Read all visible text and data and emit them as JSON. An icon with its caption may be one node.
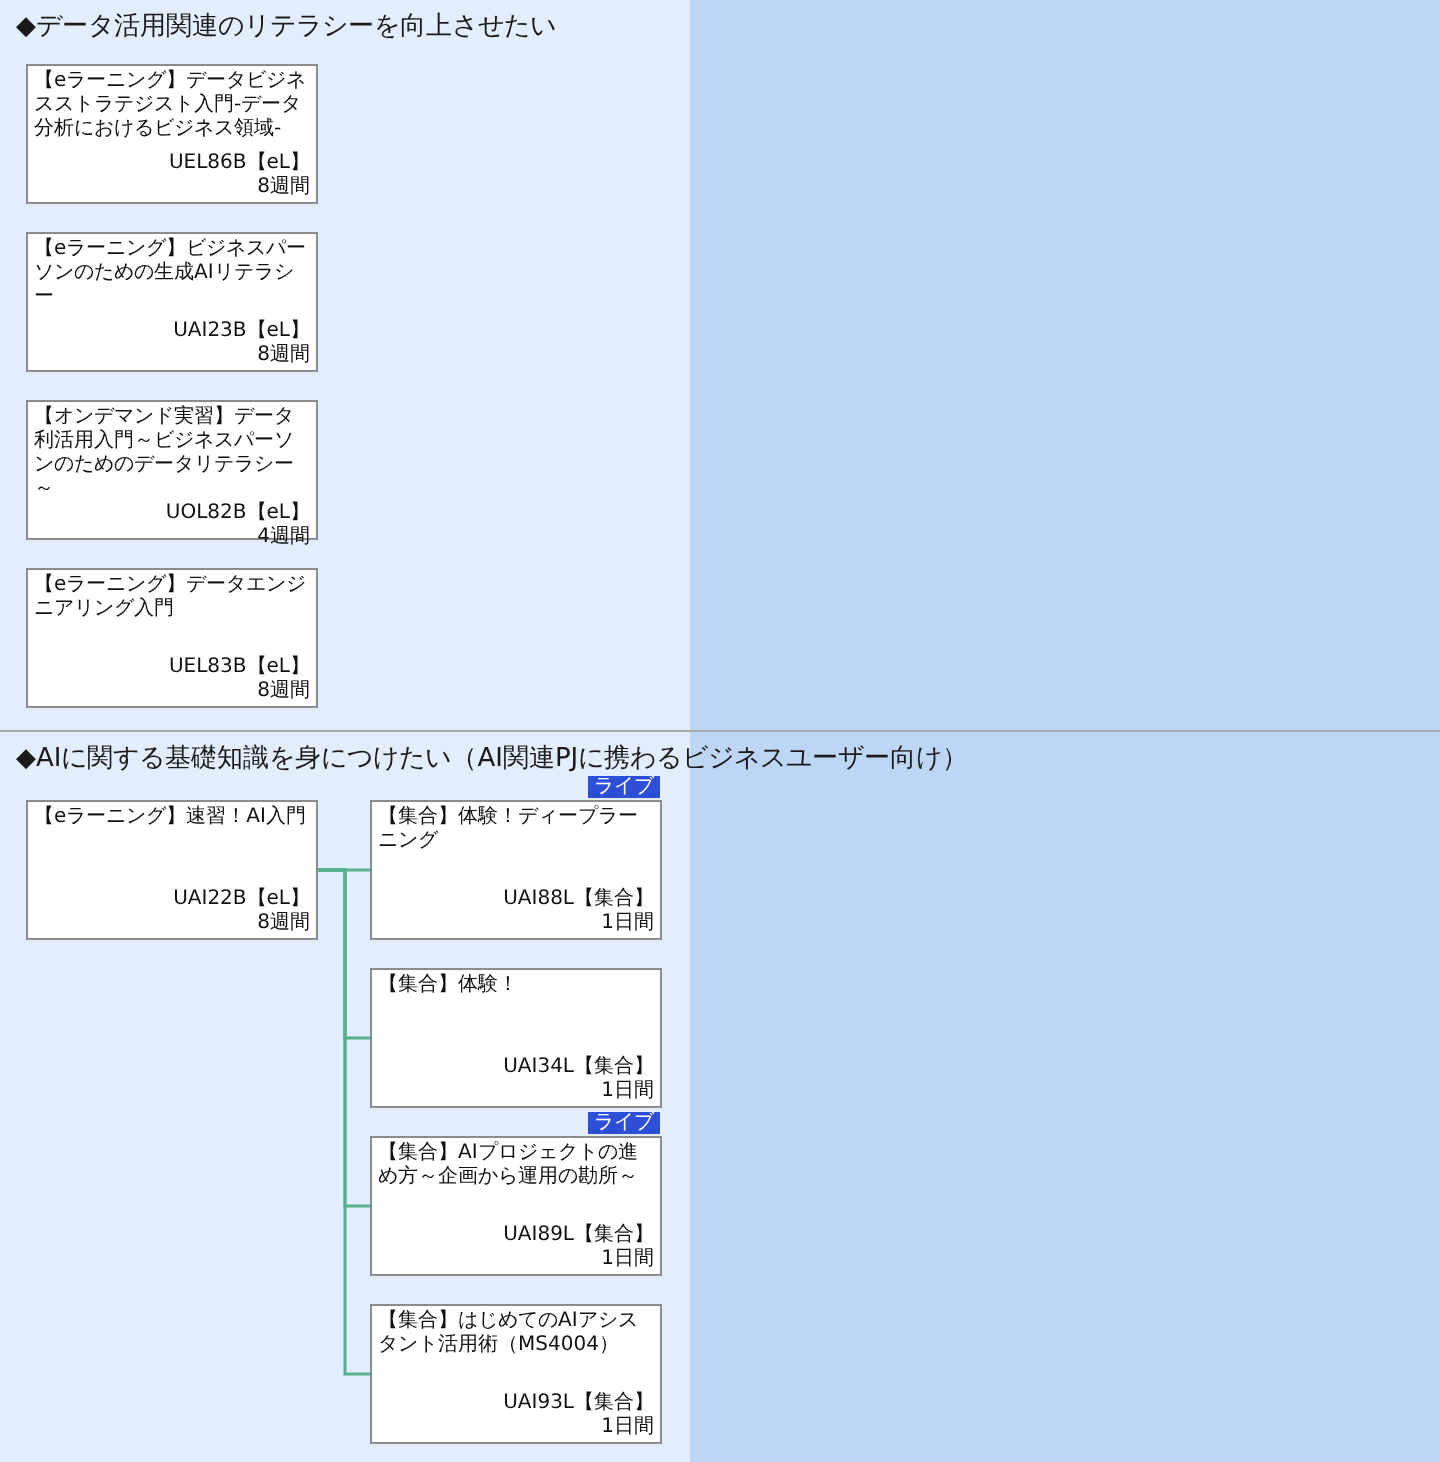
{
  "diagram": {
    "nodes": [
      {
        "text": [
          "◆データ活用関連のリテラシーを向上させたい"
        ]
      },
      {
        "text": [
          "【eラーニング】データビジネスストラテジスト入門-データ分析におけるビジネス領域-",
          "UEL86B【eL】",
          "8週間"
        ],
        "in": 0
      },
      {
        "text": [
          "【eラーニング】ビジネスパーソンのための生成AIリテラシー",
          "UAI23B【eL】",
          "8週間"
        ],
        "in": 0
      },
      {
        "text": [
          "【オンデマンド実習】データ利活用入門～ビジネスパーソンのためのデータリテラシー～",
          "UOL82B【eL】",
          "4週間"
        ],
        "in": 0
      },
      {
        "text": [
          "【eラーニング】データエンジニアリング入門",
          "UEL83B【eL】",
          "8週間"
        ],
        "in": 0
      },
      {
        "text": [
          "◆AIに関する基礎知識を身につけたい（AI関連PJに携わるビジネスユーザー向け）"
        ]
      },
      {
        "text": [
          "【eラーニング】速習！AI入門",
          "UAI22B【eL】",
          "8週間"
        ],
        "in": 5
      },
      {
        "text": [
          "【集合】体験！ディープラーニング",
          "UAI88L【集合】",
          "1日間"
        ],
        "beside": [
          "ライブ"
        ],
        "in": 5
      },
      {
        "text": [
          "【集合】体験！",
          "UAI34L【集合】",
          "1日間"
        ],
        "in": 5
      },
      {
        "text": [
          "【集合】AIプロジェクトの進め方～企画から運用の勘所～",
          "UAI89L【集合】",
          "1日間"
        ],
        "beside": [
          "ライブ"
        ],
        "in": 5
      },
      {
        "text": [
          "【集合】はじめてのAIアシスタント活用術（MS4004）",
          "UAI93L【集合】",
          "1日間"
        ],
        "in": 5
      }
    ],
    "edges": [
      {
        "from": 6,
        "to": 7,
        "arrow": "none"
      },
      {
        "from": 6,
        "to": 8,
        "arrow": "none"
      },
      {
        "from": 6,
        "to": 9,
        "arrow": "none"
      },
      {
        "from": 6,
        "to": 10,
        "arrow": "none"
      }
    ]
  }
}
